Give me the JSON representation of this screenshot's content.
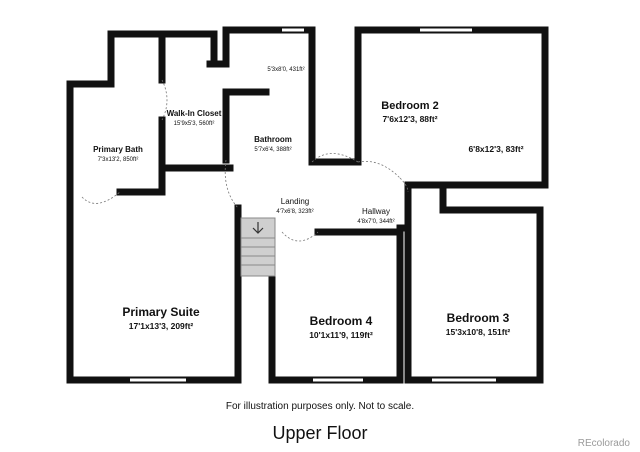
{
  "rooms": {
    "primary_bath": {
      "name": "Primary Bath",
      "dims": "7'3x13'2, 850ft²"
    },
    "walk_in_closet": {
      "name": "Walk-In Closet",
      "dims": "15'9x5'3, 560ft²"
    },
    "small_room": {
      "dims": "5'3x8'0, 431ft²"
    },
    "bathroom": {
      "name": "Bathroom",
      "dims": "5'7x6'4, 388ft²"
    },
    "bedroom_2": {
      "name": "Bedroom 2",
      "dims": "7'6x12'3, 88ft²",
      "dims2": "6'8x12'3, 83ft²"
    },
    "landing": {
      "name": "Landing",
      "dims": "4'7x6'8, 323ft²"
    },
    "hallway": {
      "name": "Hallway",
      "dims": "4'8x7'0, 344ft²"
    },
    "primary_suite": {
      "name": "Primary Suite",
      "dims": "17'1x13'3, 209ft²"
    },
    "bedroom_4": {
      "name": "Bedroom 4",
      "dims": "10'1x11'9, 119ft²"
    },
    "bedroom_3": {
      "name": "Bedroom 3",
      "dims": "15'3x10'8, 151ft²"
    }
  },
  "stair_icon": "arrow-down-icon",
  "note": "For illustration purposes only. Not to scale.",
  "floor_title": "Upper Floor",
  "watermark": "REcolorado",
  "colors": {
    "wall": "#111111",
    "door_swing": "#777777",
    "stair": "#cccccc"
  }
}
